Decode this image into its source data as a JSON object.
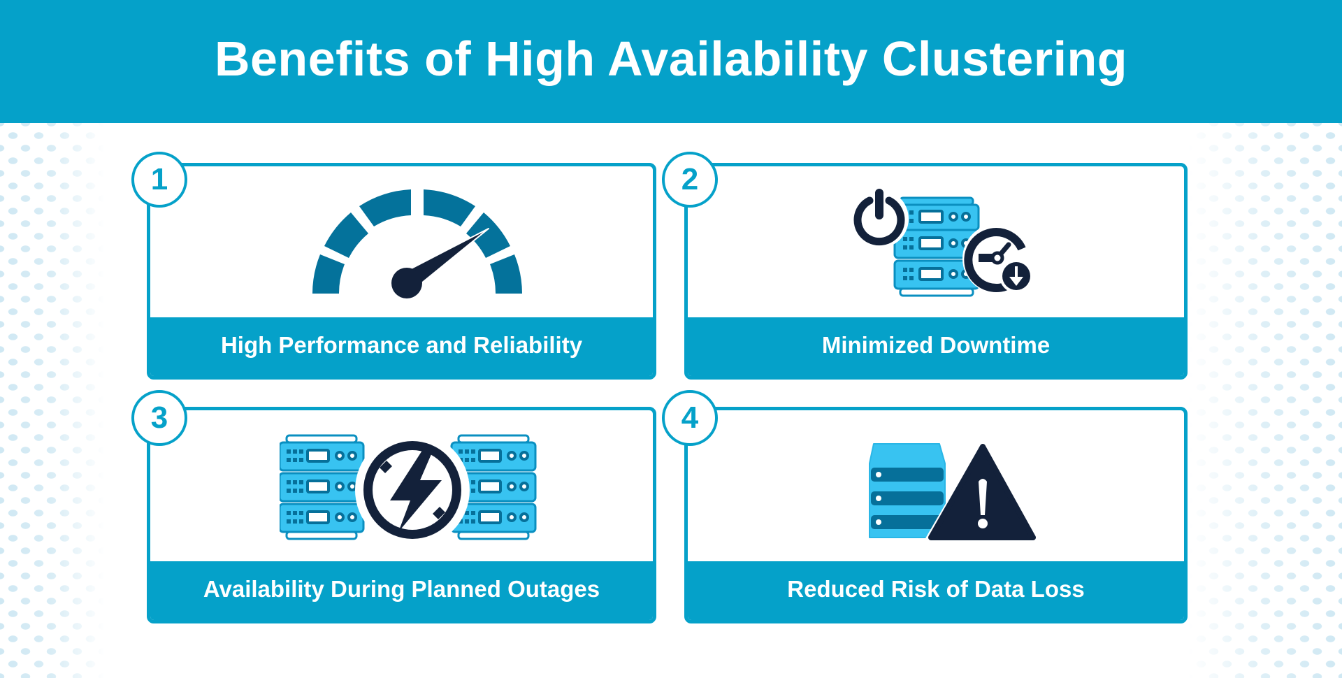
{
  "header": {
    "title": "Benefits of High Availability Clustering"
  },
  "colors": {
    "brand": "#05a1c9",
    "gauge": "#04729b",
    "server_fill": "#38c3f1",
    "dark": "#13213a",
    "dots": "#cfe8f3"
  },
  "benefits": [
    {
      "number": "1",
      "label": "High Performance and Reliability",
      "icon": "speedometer-icon"
    },
    {
      "number": "2",
      "label": "Minimized Downtime",
      "icon": "server-power-clock-icon"
    },
    {
      "number": "3",
      "label": "Availability During Planned Outages",
      "icon": "servers-power-outage-icon"
    },
    {
      "number": "4",
      "label": "Reduced Risk of Data Loss",
      "icon": "database-warning-icon"
    }
  ]
}
